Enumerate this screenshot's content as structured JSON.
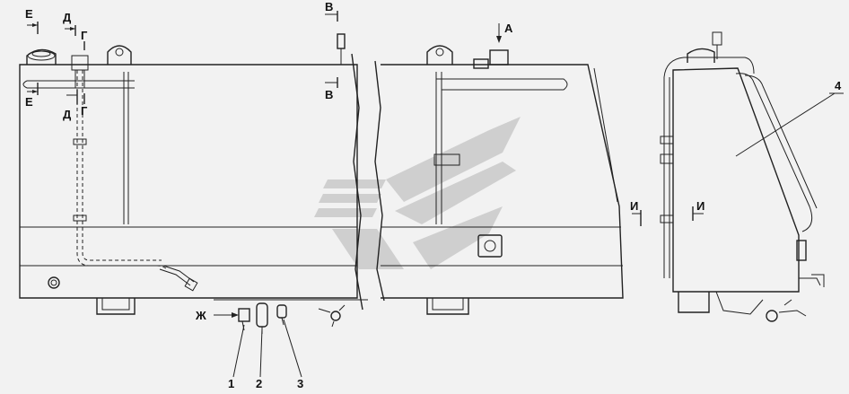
{
  "labels": {
    "E": "Е",
    "D": "Д",
    "G": "Г",
    "V": "В",
    "A": "А",
    "Zh": "Ж",
    "I": "И"
  },
  "callouts": {
    "c1": "1",
    "c2": "2",
    "c3": "3",
    "c4": "4"
  },
  "colors": {
    "background": "#f2f2f2",
    "line": "#222222",
    "watermark": "#c9c9c9"
  }
}
